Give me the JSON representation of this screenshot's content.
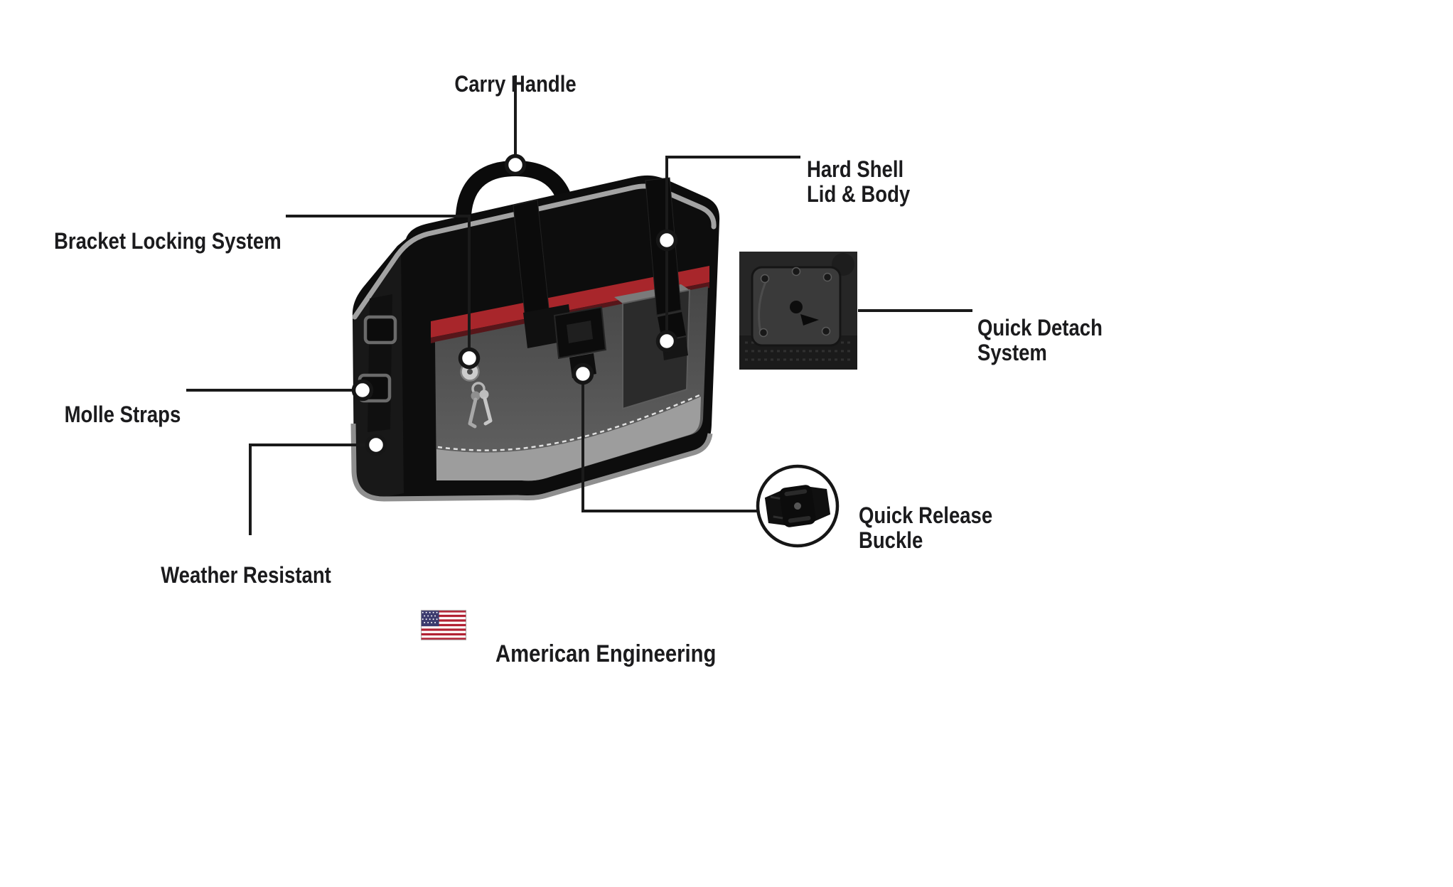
{
  "diagram": {
    "callouts": {
      "carry_handle": "Carry Handle",
      "hard_shell": "Hard Shell\nLid & Body",
      "bracket_locking": "Bracket Locking System",
      "quick_detach": "Quick Detach\nSystem",
      "molle_straps": "Molle Straps",
      "quick_release": "Quick Release\nBuckle",
      "weather_resistant": "Weather Resistant"
    },
    "footer": {
      "flag_icon": "us-flag-icon",
      "text": "American Engineering"
    },
    "colors": {
      "callout_line": "#1a1a1a",
      "bag_shell": "#0d0d0d",
      "accent_red": "#a8262b",
      "trim_gray": "#8f8f8f",
      "flag_red": "#b22234",
      "flag_blue": "#3c3b6e"
    }
  }
}
